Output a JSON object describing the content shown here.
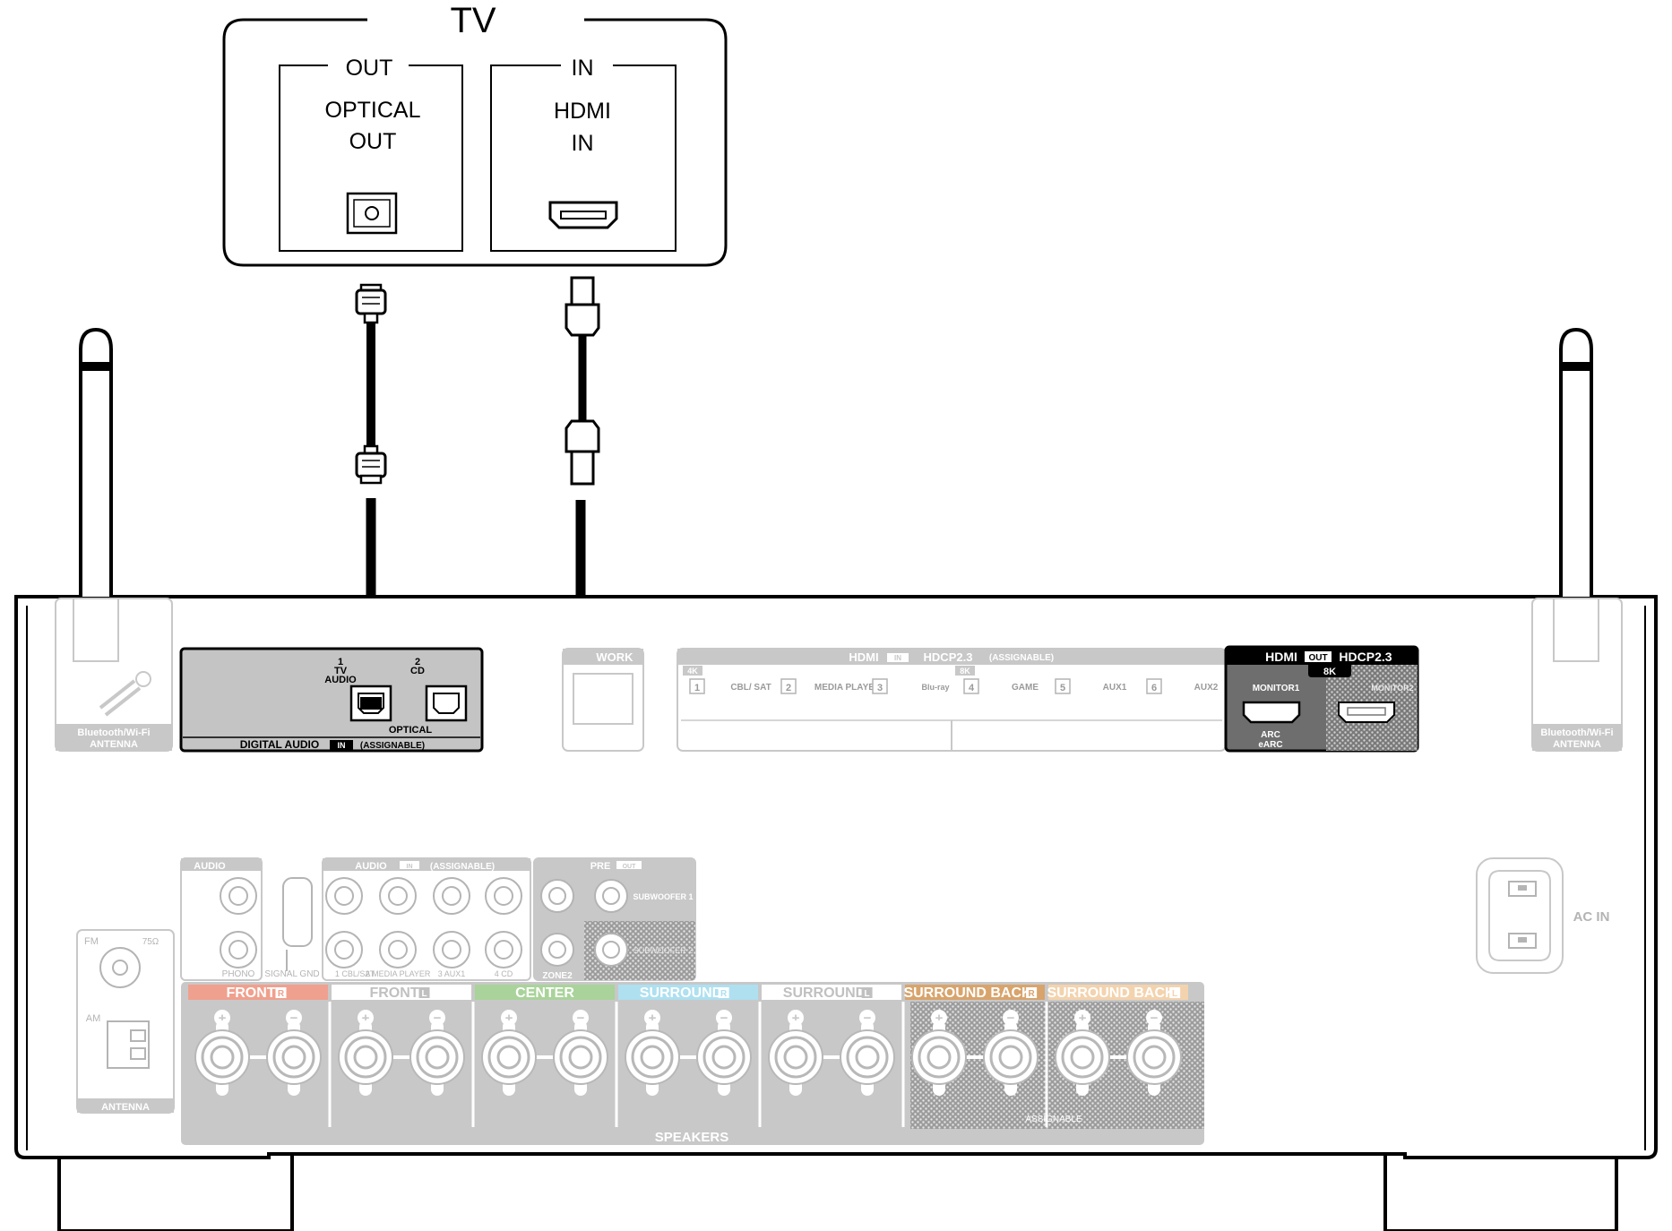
{
  "tv": {
    "title": "TV",
    "out_group": "OUT",
    "optical_line1": "OPTICAL",
    "optical_line2": "OUT",
    "in_group": "IN",
    "hdmi_line1": "HDMI",
    "hdmi_line2": "IN"
  },
  "receiver": {
    "antenna_label_line1": "Bluetooth/Wi-Fi",
    "antenna_label_line2": "ANTENNA",
    "digital_audio": {
      "port1_num": "1",
      "port1_tv": "TV",
      "port1_audio": "AUDIO",
      "port2_num": "2",
      "port2_cd": "CD",
      "optical": "OPTICAL",
      "footer_a": "DIGITAL AUDIO",
      "footer_in": "IN",
      "footer_b": "(ASSIGNABLE)"
    },
    "network": "WORK",
    "hdmi_in": {
      "title": "HDMI",
      "in": "IN",
      "hdcp": "HDCP2.3",
      "assignable": "(ASSIGNABLE)",
      "badge_4k": "4K",
      "badge_8k": "8K",
      "ports": [
        {
          "num": "1",
          "name": "CBL/ SAT"
        },
        {
          "num": "2",
          "name": "MEDIA PLAYER"
        },
        {
          "num": "3",
          "name": "Blu-ray"
        },
        {
          "num": "4",
          "name": "GAME"
        },
        {
          "num": "5",
          "name": "AUX1"
        },
        {
          "num": "6",
          "name": "AUX2"
        }
      ]
    },
    "hdmi_out": {
      "title": "HDMI",
      "out": "OUT",
      "hdcp": "HDCP2.3",
      "badge_8k": "8K",
      "monitor1": "MONITOR1",
      "monitor2": "MONITOR2",
      "arc": "ARC",
      "earc": "eARC"
    },
    "audio_in": "AUDIO",
    "audio_in_badge": "IN",
    "audio_in_assignable": "(ASSIGNABLE)",
    "phono": "PHONO",
    "signal_gnd": "SIGNAL GND",
    "audio_ports": [
      "1 CBL/SAT",
      "2 MEDIA PLAYER",
      "3 AUX1",
      "4 CD"
    ],
    "pre": "PRE",
    "pre_out": "OUT",
    "subwoofer1": "SUBWOOFER 1",
    "subwoofer2": "SUBWOOFER 2",
    "zone2": "ZONE2",
    "fm": "FM",
    "ohm": "75Ω",
    "am": "AM",
    "antenna": "ANTENNA",
    "ac_in": "AC IN",
    "speakers": {
      "groups": [
        {
          "name": "FRONT",
          "side": "R",
          "color": "#f0a08e"
        },
        {
          "name": "FRONT",
          "side": "L",
          "color": "#ffffff"
        },
        {
          "name": "CENTER",
          "side": "",
          "color": "#a9d39a"
        },
        {
          "name": "SURROUND",
          "side": "R",
          "color": "#aee0f0"
        },
        {
          "name": "SURROUND",
          "side": "L",
          "color": "#ffffff"
        },
        {
          "name": "SURROUND BACK",
          "side": "R",
          "color": "#d8a46c"
        },
        {
          "name": "SURROUND BACK",
          "side": "L",
          "color": "#f3d3ae"
        }
      ],
      "plus": "+",
      "minus": "−",
      "assignable": "ASSIGNABLE",
      "footer": "SPEAKERS"
    }
  }
}
